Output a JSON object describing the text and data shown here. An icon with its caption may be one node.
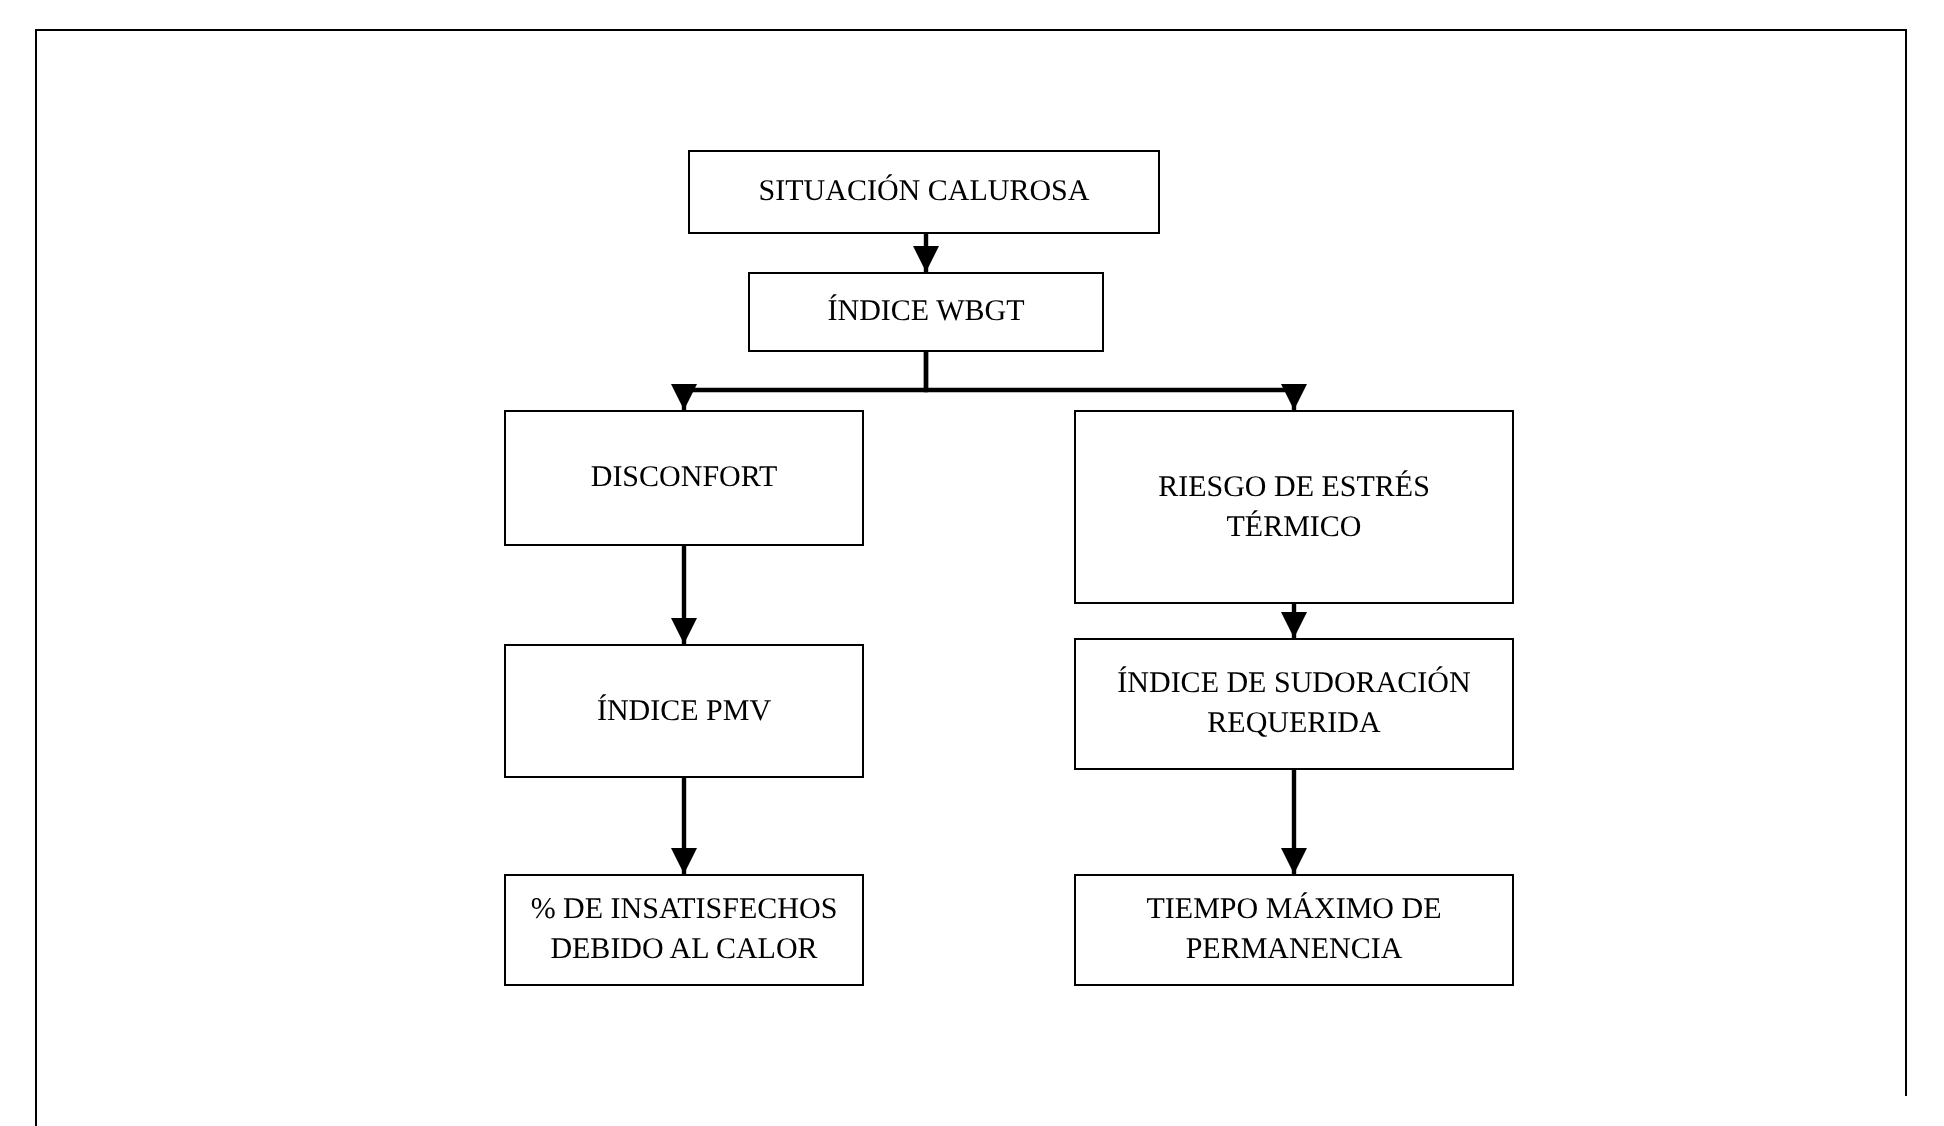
{
  "diagram": {
    "nodes": [
      {
        "text": [
          "SITUACIÓN CALUROSA"
        ]
      },
      {
        "text": [
          "ÍNDICE WBGT"
        ]
      },
      {
        "text": [
          "DISCONFORT"
        ]
      },
      {
        "text": [
          "RIESGO DE ESTRÉS TÉRMICO"
        ]
      },
      {
        "text": [
          "ÍNDICE PMV"
        ]
      },
      {
        "text": [
          "ÍNDICE DE SUDORACIÓN REQUERIDA"
        ]
      },
      {
        "text": [
          "% DE INSATISFECHOS DEBIDO AL CALOR"
        ]
      },
      {
        "text": [
          "TIEMPO MÁXIMO DE PERMANENCIA"
        ]
      }
    ],
    "edges": [
      {
        "from": 0,
        "to": 1,
        "arrow": "to"
      },
      {
        "from": 1,
        "to": 2,
        "arrow": "to"
      },
      {
        "from": 1,
        "to": 3,
        "arrow": "to"
      },
      {
        "from": 2,
        "to": 4,
        "arrow": "to"
      },
      {
        "from": 3,
        "to": 5,
        "arrow": "to"
      },
      {
        "from": 4,
        "to": 6,
        "arrow": "to"
      },
      {
        "from": 5,
        "to": 7,
        "arrow": "to"
      }
    ]
  }
}
